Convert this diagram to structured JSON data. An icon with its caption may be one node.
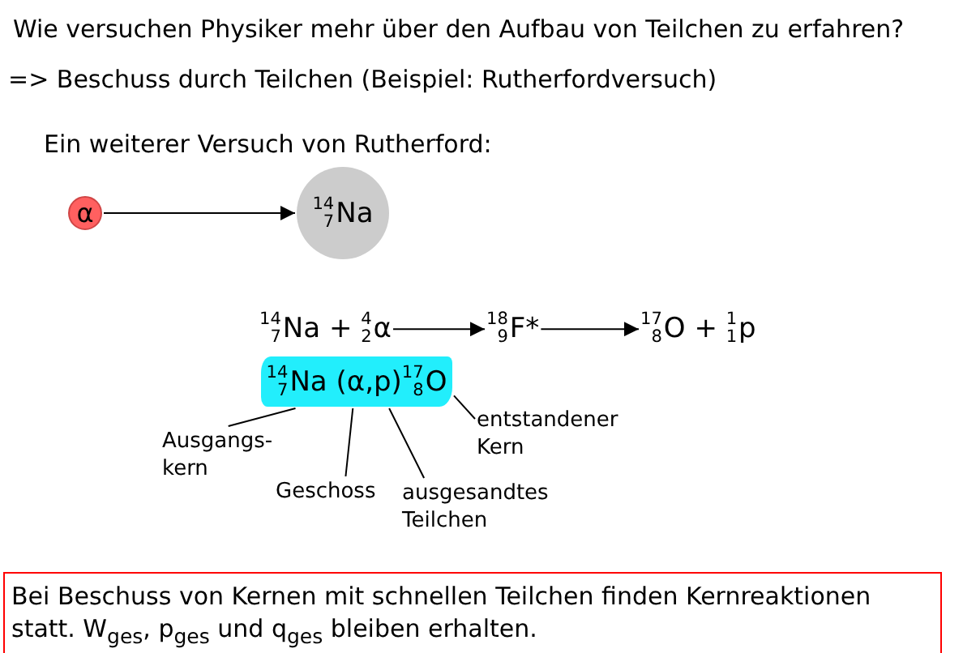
{
  "diagram": {
    "title": "Wie versuchen Physiker mehr über den Aufbau von Teilchen zu erfahren?",
    "nodes": [
      {
        "text": [
          "α"
        ]
      },
      {
        "text": [
          "$^{14}$$_{7}$Na"
        ]
      },
      {
        "text": [
          "$^{14}$$_{7}$Na + $^{4}$$_{2}$α"
        ]
      },
      {
        "text": [
          "$^{18}$$_{9}$F*"
        ]
      },
      {
        "text": [
          "$^{17}$$_{8}$O + $^{1}$$_{1}$p"
        ]
      },
      {
        "text": [
          "$^{14}$$_{7}$Na (α,p)$^{17}$$_{8}$O"
        ]
      },
      {
        "text": [
          "Ausgangs- kern"
        ]
      },
      {
        "text": [
          "Geschoss"
        ]
      },
      {
        "text": [
          "ausgesandtes Teilchen"
        ]
      },
      {
        "text": [
          "entstandener Kern"
        ]
      },
      {
        "text": [
          "Bei Beschuss von Kernen mit schnellen Teilchen finden Kernreaktionen statt. W$_{ges}$, p$_{ges}$ und q$_{ges}$ bleiben erhalten."
        ]
      }
    ],
    "edges": [
      {
        "from": 0,
        "to": 1,
        "arrow": "to"
      },
      {
        "from": 2,
        "to": 3,
        "arrow": "to"
      },
      {
        "from": 3,
        "to": 4,
        "arrow": "to"
      },
      {
        "from": 6,
        "to": 5,
        "arrow": "none"
      },
      {
        "from": 7,
        "to": 5,
        "arrow": "none"
      },
      {
        "from": 8,
        "to": 5,
        "arrow": "none"
      },
      {
        "from": 9,
        "to": 5,
        "arrow": "none"
      }
    ],
    "labels": [
      "=> Beschuss durch Teilchen (Beispiel: Rutherfordversuch)",
      "Ein weiterer Versuch von Rutherford:"
    ]
  }
}
